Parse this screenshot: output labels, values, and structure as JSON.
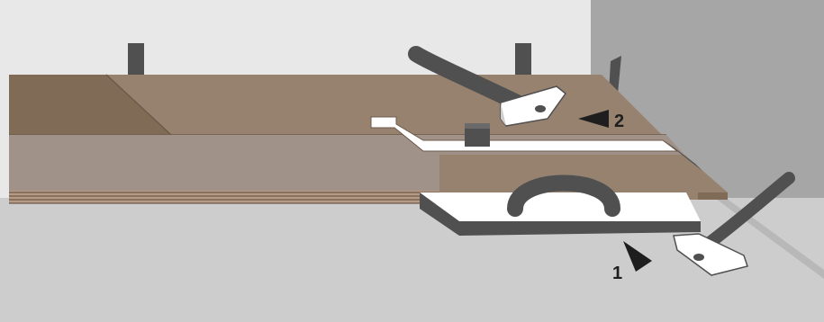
{
  "callouts": [
    {
      "id": "step-1",
      "label": "1"
    },
    {
      "id": "step-2",
      "label": "2"
    }
  ],
  "colors": {
    "wall": "#e8e8e8",
    "side_wall": "#a6a6a6",
    "floor": "#cdcdcd",
    "subfloor": "#a09189",
    "plank_top": "#96826f",
    "plank_dark": "#806c56",
    "plank_edge": "#6e5a48",
    "tool_dark": "#505050",
    "tool_white": "#ffffff",
    "arrow": "#1e1e1e"
  },
  "icons": [
    "tapping-block-icon",
    "pull-bar-icon",
    "hammer-icon",
    "spacer-wedge-icon",
    "arrow-icon"
  ]
}
